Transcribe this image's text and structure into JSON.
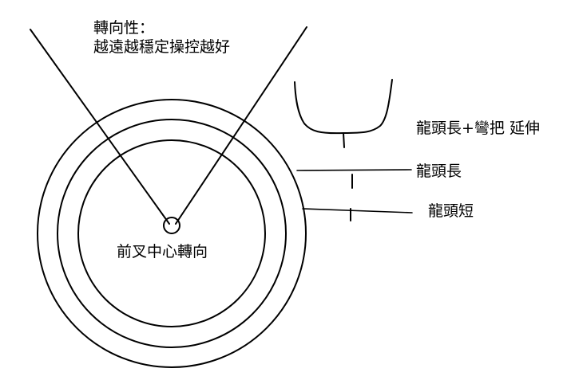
{
  "annotation": {
    "title_line_1": "轉向性：",
    "title_line_2": "越遠越穩定操控越好"
  },
  "center_label": "前叉中心轉向",
  "options": [
    {
      "id": "long-stem-riser-bar",
      "label": "龍頭長+彎把 延伸"
    },
    {
      "id": "long-stem",
      "label": "龍頭長"
    },
    {
      "id": "short-stem",
      "label": "龍頭短"
    }
  ],
  "colors": {
    "line": "#000000",
    "background": "#ffffff",
    "text": "#000000"
  }
}
